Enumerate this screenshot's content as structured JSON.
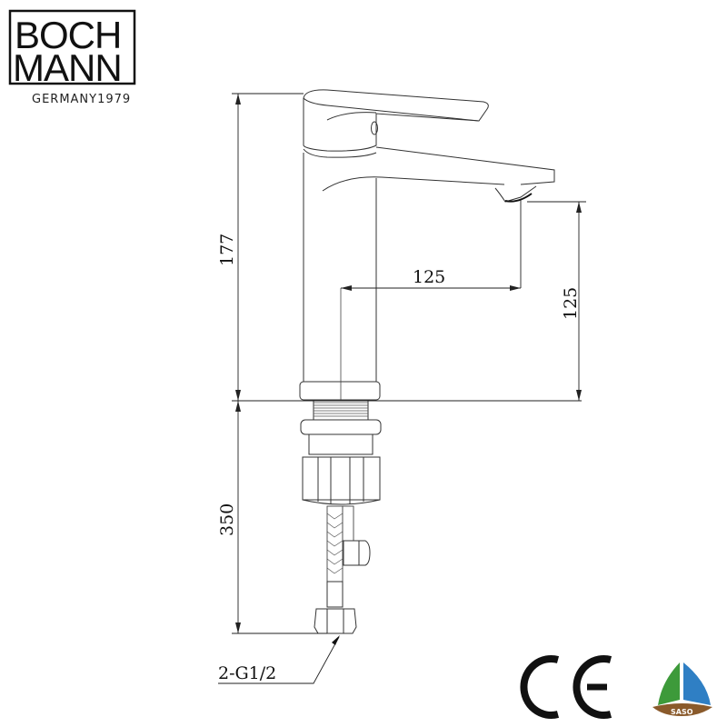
{
  "logo": {
    "line1": "BOCH",
    "line2": "MANN",
    "tagline": "GERMANY1979"
  },
  "dimensions": {
    "total_height": "177",
    "spout_reach": "125",
    "spout_height": "125",
    "hose_length": "350",
    "connection": "2-G1/2"
  },
  "certifications": {
    "ce": "CE",
    "saso": "SASO"
  },
  "colors": {
    "saso_green": "#3d9a3a",
    "saso_blue": "#2f7fc4",
    "saso_brown": "#8a5a2b"
  }
}
